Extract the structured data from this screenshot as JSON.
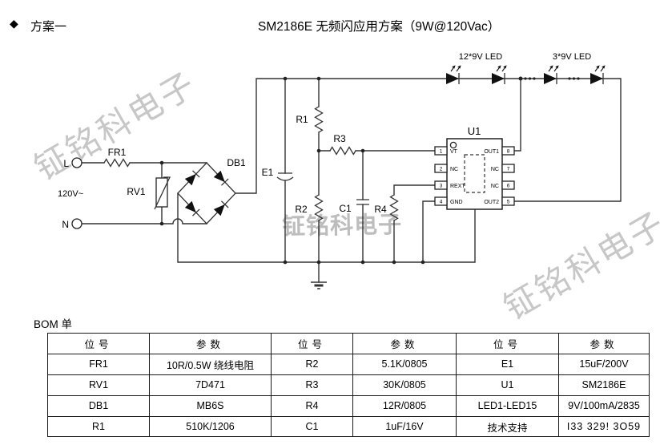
{
  "header": {
    "bullet": "◆",
    "scheme_label": "方案一",
    "title": "SM2186E 无频闪应用方案（9W@120Vac）"
  },
  "schematic": {
    "input": {
      "line_label": "L",
      "neutral_label": "N",
      "voltage_label": "120V~"
    },
    "components": {
      "fr1": "FR1",
      "rv1": "RV1",
      "db1": "DB1",
      "e1": "E1",
      "r1": "R1",
      "r2": "R2",
      "r3": "R3",
      "c1": "C1",
      "r4": "R4",
      "u1": "U1"
    },
    "led_group1_label": "12*9V LED",
    "led_group2_label": "3*9V LED",
    "u1_pins": {
      "left": [
        {
          "num": "1",
          "name": "VT"
        },
        {
          "num": "2",
          "name": "NC"
        },
        {
          "num": "3",
          "name": "REXT"
        },
        {
          "num": "4",
          "name": "GND"
        }
      ],
      "right": [
        {
          "num": "8",
          "name": "OUT1"
        },
        {
          "num": "7",
          "name": "NC"
        },
        {
          "num": "6",
          "name": "NC"
        },
        {
          "num": "5",
          "name": "OUT2"
        }
      ]
    },
    "watermark": "钲铭科电子"
  },
  "bom": {
    "title": "BOM 单",
    "headers": [
      "位号",
      "参数",
      "位号",
      "参数",
      "位号",
      "参数"
    ],
    "rows": [
      [
        "FR1",
        "10R/0.5W 绕线电阻",
        "R2",
        "5.1K/0805",
        "E1",
        "15uF/200V"
      ],
      [
        "RV1",
        "7D471",
        "R3",
        "30K/0805",
        "U1",
        "SM2186E"
      ],
      [
        "DB1",
        "MB6S",
        "R4",
        "12R/0805",
        "LED1-LED15",
        "9V/100mA/2835"
      ],
      [
        "R1",
        "510K/1206",
        "C1",
        "1uF/16V",
        "技术支持",
        "I33 329! 3O59"
      ]
    ]
  },
  "colors": {
    "wire": "#333333",
    "text": "#000000",
    "watermark": "#c7c7c7",
    "phone_watermark": "#8f8f8f"
  }
}
